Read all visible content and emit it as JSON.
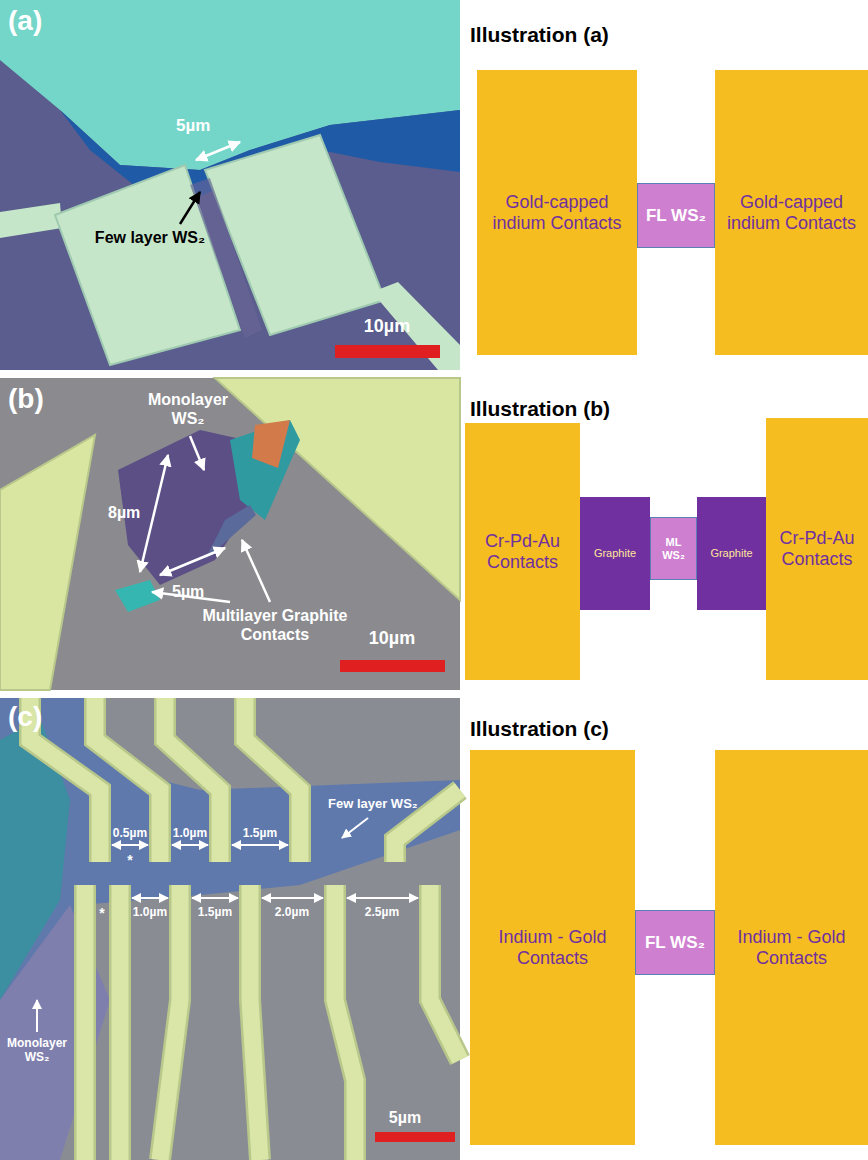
{
  "diagram": {
    "nodes": [
      {
        "text": [
          "Gold-capped indium Contacts"
        ]
      },
      {
        "text": [
          "FL WS₂"
        ]
      },
      {
        "text": [
          "Gold-capped indium Contacts"
        ]
      },
      {
        "text": [
          "Cr-Pd-Au Contacts"
        ]
      },
      {
        "text": [
          "Graphite"
        ]
      },
      {
        "text": [
          "ML WS₂"
        ]
      },
      {
        "text": [
          "Graphite"
        ]
      },
      {
        "text": [
          "Cr-Pd-Au Contacts"
        ]
      },
      {
        "text": [
          "Indium - Gold Contacts"
        ]
      },
      {
        "text": [
          "FL WS₂"
        ]
      },
      {
        "text": [
          "Indium - Gold Contacts"
        ]
      }
    ],
    "labels": [
      "(a)",
      "5µm",
      "Few layer WS₂",
      "10µm",
      "Illustration (a)",
      "(b)",
      "Monolayer WS₂",
      "8µm",
      "5µm",
      "Multilayer Graphite Contacts",
      "10µm",
      "Illustration (b)",
      "(c)",
      "0.5µm",
      "*",
      "1.0µm",
      "1.5µm",
      "Few layer WS₂",
      "*",
      "1.0µm",
      "1.5µm",
      "2.0µm",
      "2.5µm",
      "Monolayer WS₂",
      "5µm",
      "Illustration (c)"
    ]
  }
}
